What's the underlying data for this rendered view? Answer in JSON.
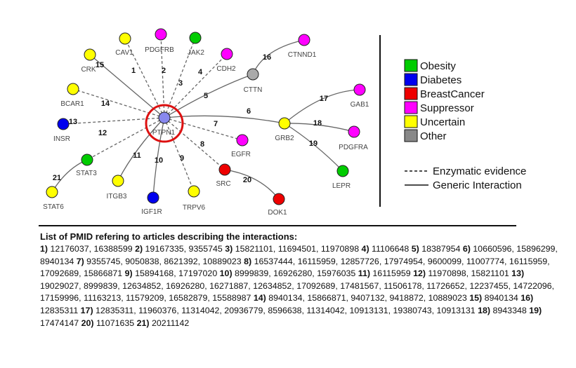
{
  "nodes": [
    {
      "id": "PTPN1",
      "label": "PTPN1",
      "color": "#8888ee"
    },
    {
      "id": "CAV1",
      "label": "CAV1",
      "color": "#ffff00"
    },
    {
      "id": "PDGFRB",
      "label": "PDGFRB",
      "color": "#ff00ff"
    },
    {
      "id": "JAK2",
      "label": "JAK2",
      "color": "#00cc00"
    },
    {
      "id": "CDH2",
      "label": "CDH2",
      "color": "#ff00ff"
    },
    {
      "id": "CTTN",
      "label": "CTTN",
      "color": "#aaaaaa"
    },
    {
      "id": "CTNND1",
      "label": "CTNND1",
      "color": "#ff00ff"
    },
    {
      "id": "CRK",
      "label": "CRK",
      "color": "#ffff00"
    },
    {
      "id": "BCAR1",
      "label": "BCAR1",
      "color": "#ffff00"
    },
    {
      "id": "INSR",
      "label": "INSR",
      "color": "#0000ee"
    },
    {
      "id": "STAT3",
      "label": "STAT3",
      "color": "#00cc00"
    },
    {
      "id": "STAT6",
      "label": "STAT6",
      "color": "#ffff00"
    },
    {
      "id": "ITGB3",
      "label": "ITGB3",
      "color": "#ffff00"
    },
    {
      "id": "IGF1R",
      "label": "IGF1R",
      "color": "#0000ee"
    },
    {
      "id": "TRPV6",
      "label": "TRPV6",
      "color": "#ffff00"
    },
    {
      "id": "SRC",
      "label": "SRC",
      "color": "#ee0000"
    },
    {
      "id": "DOK1",
      "label": "DOK1",
      "color": "#ee0000"
    },
    {
      "id": "EGFR",
      "label": "EGFR",
      "color": "#ff00ff"
    },
    {
      "id": "GRB2",
      "label": "GRB2",
      "color": "#ffff00"
    },
    {
      "id": "GAB1",
      "label": "GAB1",
      "color": "#ff00ff"
    },
    {
      "id": "PDGFRA",
      "label": "PDGFRA",
      "color": "#ff00ff"
    },
    {
      "id": "LEPR",
      "label": "LEPR",
      "color": "#00cc00"
    }
  ],
  "edges": [
    {
      "n": "1",
      "from": "PTPN1",
      "to": "CAV1",
      "type": "enzymatic"
    },
    {
      "n": "2",
      "from": "PTPN1",
      "to": "PDGFRB",
      "type": "enzymatic"
    },
    {
      "n": "3",
      "from": "PTPN1",
      "to": "JAK2",
      "type": "enzymatic"
    },
    {
      "n": "4",
      "from": "PTPN1",
      "to": "CDH2",
      "type": "enzymatic"
    },
    {
      "n": "5",
      "from": "PTPN1",
      "to": "CTTN",
      "type": "generic"
    },
    {
      "n": "6",
      "from": "PTPN1",
      "to": "GRB2",
      "type": "generic"
    },
    {
      "n": "7",
      "from": "PTPN1",
      "to": "EGFR",
      "type": "enzymatic"
    },
    {
      "n": "8",
      "from": "PTPN1",
      "to": "SRC",
      "type": "enzymatic"
    },
    {
      "n": "9",
      "from": "PTPN1",
      "to": "TRPV6",
      "type": "enzymatic"
    },
    {
      "n": "10",
      "from": "PTPN1",
      "to": "IGF1R",
      "type": "generic"
    },
    {
      "n": "11",
      "from": "PTPN1",
      "to": "ITGB3",
      "type": "generic"
    },
    {
      "n": "12",
      "from": "PTPN1",
      "to": "STAT3",
      "type": "enzymatic"
    },
    {
      "n": "13",
      "from": "PTPN1",
      "to": "INSR",
      "type": "enzymatic"
    },
    {
      "n": "14",
      "from": "PTPN1",
      "to": "BCAR1",
      "type": "enzymatic"
    },
    {
      "n": "15",
      "from": "PTPN1",
      "to": "CRK",
      "type": "generic"
    },
    {
      "n": "16",
      "from": "CTTN",
      "to": "CTNND1",
      "type": "generic"
    },
    {
      "n": "17",
      "from": "GRB2",
      "to": "GAB1",
      "type": "generic"
    },
    {
      "n": "18",
      "from": "GRB2",
      "to": "PDGFRA",
      "type": "generic"
    },
    {
      "n": "19",
      "from": "GRB2",
      "to": "LEPR",
      "type": "generic"
    },
    {
      "n": "20",
      "from": "SRC",
      "to": "DOK1",
      "type": "generic"
    },
    {
      "n": "21",
      "from": "STAT3",
      "to": "STAT6",
      "type": "generic"
    }
  ],
  "legend": {
    "categories": [
      {
        "label": "Obesity",
        "color": "#00cc00"
      },
      {
        "label": "Diabetes",
        "color": "#0000ee"
      },
      {
        "label": "BreastCancer",
        "color": "#ee0000"
      },
      {
        "label": "Suppressor",
        "color": "#ff00ff"
      },
      {
        "label": "Uncertain",
        "color": "#ffff00"
      },
      {
        "label": "Other",
        "color": "#888888"
      }
    ],
    "edge_types": [
      {
        "style": "dashed",
        "label": "Enzymatic evidence"
      },
      {
        "style": "solid",
        "label": "Generic Interaction"
      }
    ]
  },
  "pmid_title": "List of PMID refering to articles describing the interactions:",
  "pmids": [
    {
      "n": "1)",
      "ids": "12176037, 16388599"
    },
    {
      "n": "2)",
      "ids": "19167335, 9355745"
    },
    {
      "n": "3)",
      "ids": "15821101, 11694501, 11970898"
    },
    {
      "n": "4)",
      "ids": "11106648"
    },
    {
      "n": "5)",
      "ids": "18387954"
    },
    {
      "n": "6)",
      "ids": "10660596, 15896299, 8940134"
    },
    {
      "n": "7)",
      "ids": "9355745, 9050838, 8621392, 10889023"
    },
    {
      "n": "8)",
      "ids": "16537444, 16115959, 12857726, 17974954, 9600099, 11007774, 16115959, 17092689, 15866871"
    },
    {
      "n": "9)",
      "ids": "15894168, 17197020"
    },
    {
      "n": "10)",
      "ids": "8999839, 16926280, 15976035"
    },
    {
      "n": "11)",
      "ids": "16115959"
    },
    {
      "n": "12)",
      "ids": "11970898, 15821101"
    },
    {
      "n": "13)",
      "ids": "19029027, 8999839, 12634852, 16926280, 16271887, 12634852, 17092689, 17481567, 11506178, 11726652, 12237455, 14722096, 17159996, 11163213, 11579209, 16582879, 15588987"
    },
    {
      "n": "14)",
      "ids": "8940134, 15866871, 9407132, 9418872, 10889023"
    },
    {
      "n": "15)",
      "ids": "8940134"
    },
    {
      "n": "16)",
      "ids": "12835311"
    },
    {
      "n": "17)",
      "ids": "12835311, 11960376, 11314042, 20936779, 8596638, 11314042, 10913131, 19380743, 10913131"
    },
    {
      "n": "18)",
      "ids": "8943348"
    },
    {
      "n": "19)",
      "ids": "17474147"
    },
    {
      "n": "20)",
      "ids": "11071635"
    },
    {
      "n": "21)",
      "ids": "20211142"
    }
  ]
}
